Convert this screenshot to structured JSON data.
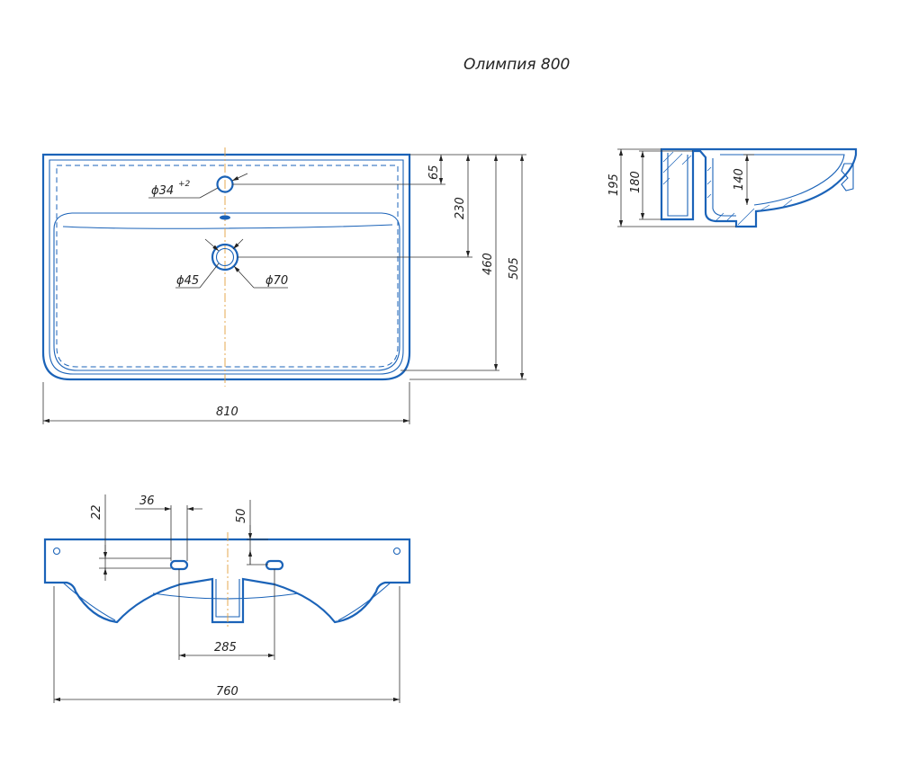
{
  "title": "Олимпия 800",
  "top_view": {
    "dims": {
      "width": "810",
      "depth_overall": "505",
      "depth_bowl": "460",
      "drain_offset": "230",
      "tap_hole_offset": "65",
      "tap_hole_diameter": "ϕ34",
      "tap_hole_tolerance": "+2",
      "drain_inner_diameter": "ϕ45",
      "drain_outer_diameter": "ϕ70"
    }
  },
  "front_view": {
    "dims": {
      "mount_offset": "22",
      "slot_width": "36",
      "slot_drop": "50",
      "pedestal_width": "285",
      "mount_span": "760"
    }
  },
  "side_view": {
    "dims": {
      "height_overall": "195",
      "height_back": "180",
      "bowl_depth": "140"
    }
  },
  "colors": {
    "outline": "#1b63b8",
    "dimension": "#333333",
    "centerline": "#e3a040"
  }
}
